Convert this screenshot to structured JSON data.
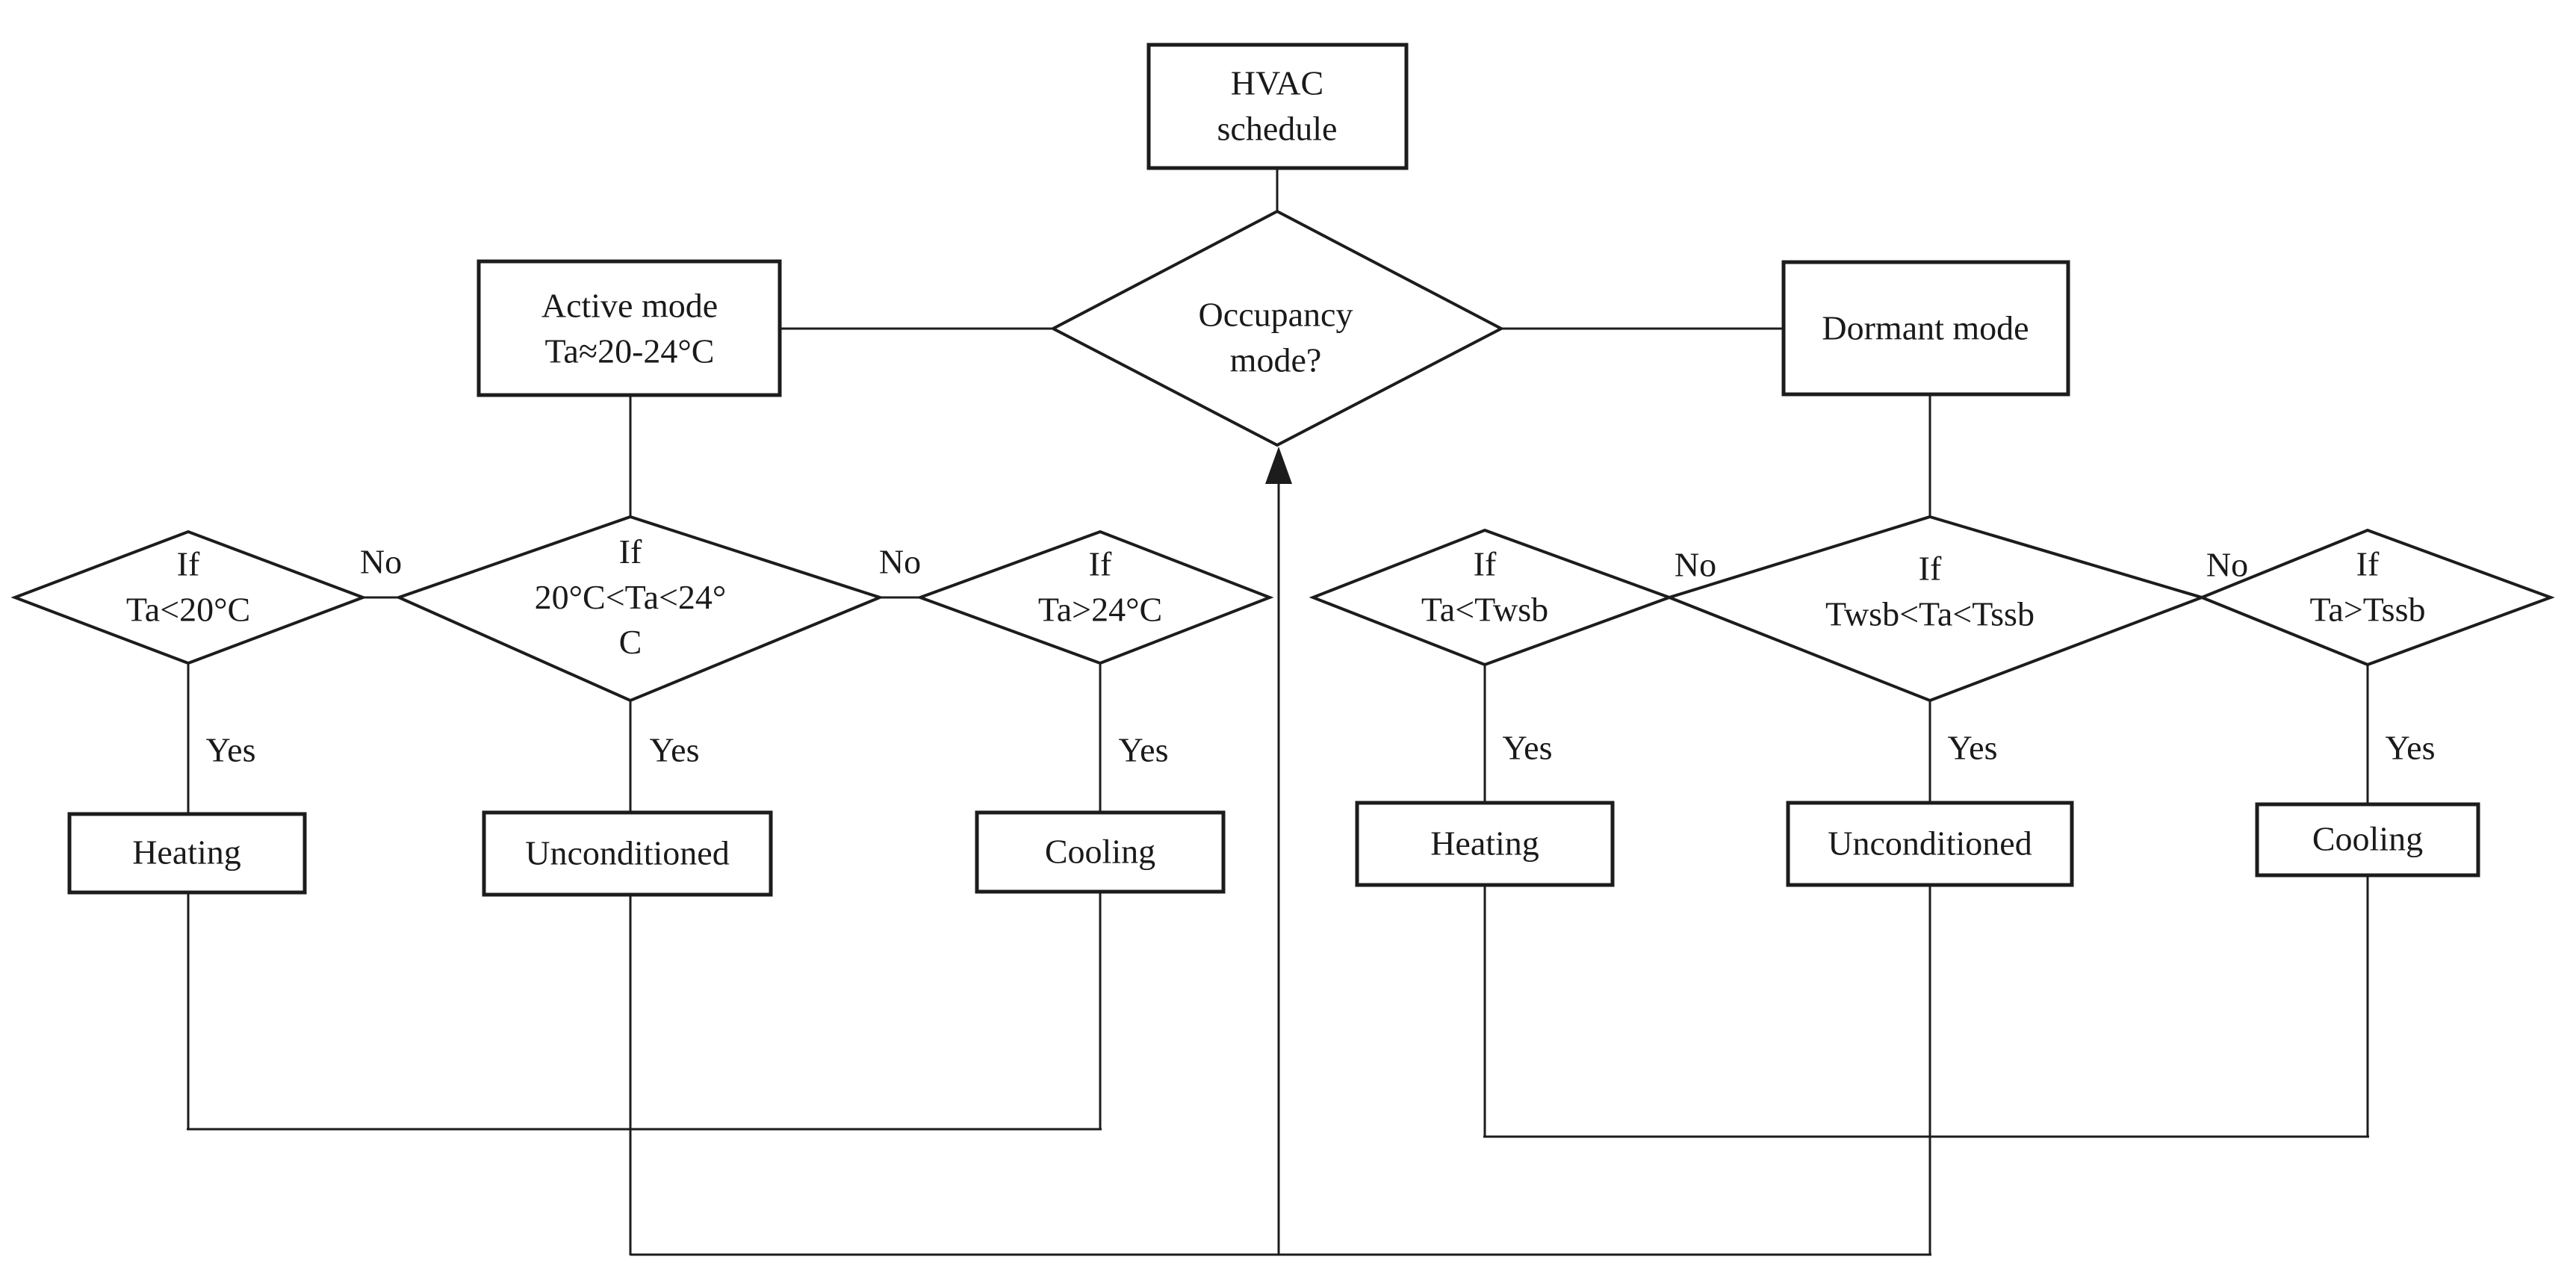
{
  "figure": {
    "background": "#ffffff",
    "line_color": "#1c1c1c",
    "text_color": "#1a1a1a"
  },
  "nodes": {
    "hvac": {
      "type": "process",
      "lines": [
        "HVAC",
        "schedule"
      ]
    },
    "occupancy": {
      "type": "decision",
      "lines": [
        "Occupancy",
        "mode?"
      ]
    },
    "active": {
      "type": "process",
      "lines": [
        "Active mode",
        "Ta≈20-24°C"
      ]
    },
    "dormant": {
      "type": "process",
      "lines": [
        "Dormant mode"
      ]
    },
    "d_ta_lt20": {
      "type": "decision",
      "lines": [
        "If",
        "Ta<20°C"
      ]
    },
    "d_ta_20_24": {
      "type": "decision",
      "lines": [
        "If",
        "20°C<Ta<24°",
        "C"
      ]
    },
    "d_ta_gt24": {
      "type": "decision",
      "lines": [
        "If",
        "Ta>24°C"
      ]
    },
    "d_ta_lt_twsb": {
      "type": "decision",
      "lines": [
        "If",
        "Ta<Twsb"
      ]
    },
    "d_twsb_ta_tssb": {
      "type": "decision",
      "lines": [
        "If",
        "Twsb<Ta<Tssb"
      ]
    },
    "d_ta_gt_tssb": {
      "type": "decision",
      "lines": [
        "If",
        "Ta>Tssb"
      ]
    },
    "heating_active": {
      "type": "process",
      "lines": [
        "Heating"
      ]
    },
    "uncond_active": {
      "type": "process",
      "lines": [
        "Unconditioned"
      ]
    },
    "cooling_active": {
      "type": "process",
      "lines": [
        "Cooling"
      ]
    },
    "heating_dormant": {
      "type": "process",
      "lines": [
        "Heating"
      ]
    },
    "uncond_dormant": {
      "type": "process",
      "lines": [
        "Unconditioned"
      ]
    },
    "cooling_dormant": {
      "type": "process",
      "lines": [
        "Cooling"
      ]
    }
  },
  "connector_labels": {
    "no": "No",
    "yes": "Yes"
  },
  "edges": [
    {
      "from": "hvac",
      "to": "occupancy",
      "label": ""
    },
    {
      "from": "occupancy",
      "to": "active",
      "label": ""
    },
    {
      "from": "occupancy",
      "to": "dormant",
      "label": ""
    },
    {
      "from": "active",
      "to": "d_ta_20_24",
      "label": ""
    },
    {
      "from": "dormant",
      "to": "d_twsb_ta_tssb",
      "label": ""
    },
    {
      "from": "d_ta_lt20",
      "to": "d_ta_20_24",
      "label": "No"
    },
    {
      "from": "d_ta_20_24",
      "to": "d_ta_gt24",
      "label": "No"
    },
    {
      "from": "d_ta_lt_twsb",
      "to": "d_twsb_ta_tssb",
      "label": "No"
    },
    {
      "from": "d_twsb_ta_tssb",
      "to": "d_ta_gt_tssb",
      "label": "No"
    },
    {
      "from": "d_ta_lt20",
      "to": "heating_active",
      "label": "Yes"
    },
    {
      "from": "d_ta_20_24",
      "to": "uncond_active",
      "label": "Yes"
    },
    {
      "from": "d_ta_gt24",
      "to": "cooling_active",
      "label": "Yes"
    },
    {
      "from": "d_ta_lt_twsb",
      "to": "heating_dormant",
      "label": "Yes"
    },
    {
      "from": "d_twsb_ta_tssb",
      "to": "uncond_dormant",
      "label": "Yes"
    },
    {
      "from": "d_ta_gt_tssb",
      "to": "cooling_dormant",
      "label": "Yes"
    },
    {
      "from": "heating_active",
      "to": "occupancy",
      "label": ""
    },
    {
      "from": "uncond_active",
      "to": "occupancy",
      "label": ""
    },
    {
      "from": "cooling_active",
      "to": "occupancy",
      "label": ""
    },
    {
      "from": "heating_dormant",
      "to": "occupancy",
      "label": ""
    },
    {
      "from": "uncond_dormant",
      "to": "occupancy",
      "label": ""
    },
    {
      "from": "cooling_dormant",
      "to": "occupancy",
      "label": ""
    }
  ]
}
